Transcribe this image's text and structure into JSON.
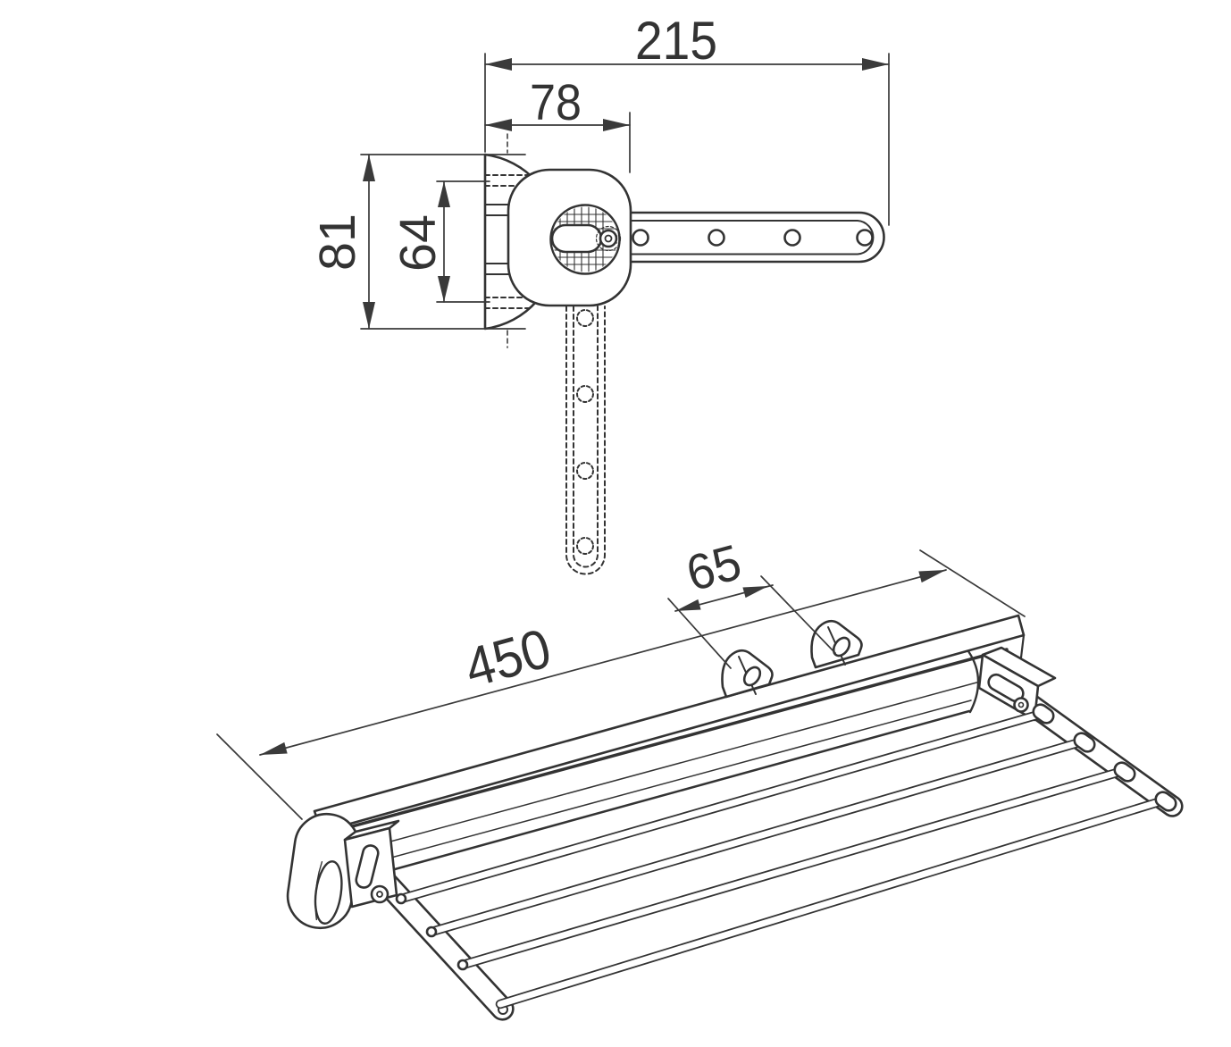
{
  "page": {
    "background": "#ffffff",
    "line_color": "#333333",
    "dimension_color": "#3a3a3a"
  },
  "top_view": {
    "dims": {
      "arm_reach": "215",
      "bracket_depth": "78",
      "plate_height": "81",
      "screw_spacing": "64"
    }
  },
  "perspective_view": {
    "dims": {
      "rack_length": "450",
      "hook_spacing": "65"
    }
  }
}
